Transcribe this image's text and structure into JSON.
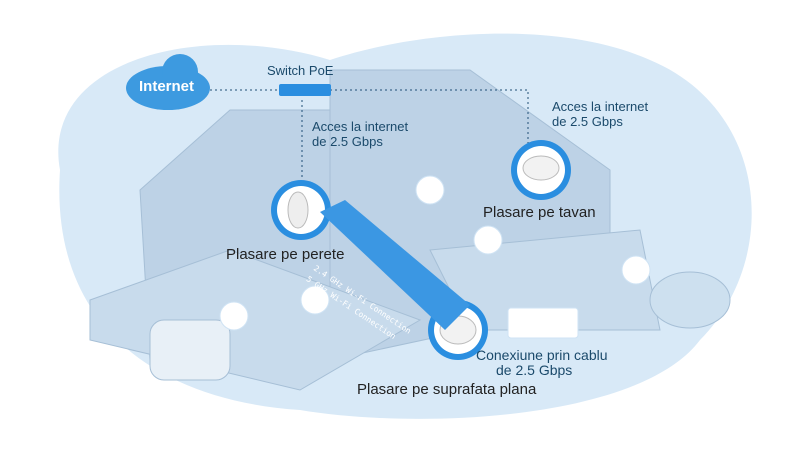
{
  "internet": "Internet",
  "switch": "Switch PoE",
  "uplink_left": [
    "Acces la internet",
    "de 2.5 Gbps"
  ],
  "uplink_right": [
    "Acces la internet",
    "de 2.5 Gbps"
  ],
  "placements": {
    "wall": "Plasare pe perete",
    "ceiling": "Plasare pe tavan",
    "desk": "Plasare pe suprafata plana"
  },
  "wired": [
    "Conexiune prin cablu",
    "de 2.5 Gbps"
  ],
  "wifi": [
    "2.4 GHz Wi-Fi Connection",
    "5 GHz Wi-Fi Connection"
  ],
  "colors": {
    "accent": "#2a8ee0",
    "bg_blob": "#d6e8f6",
    "house": "#b9cfe3"
  }
}
